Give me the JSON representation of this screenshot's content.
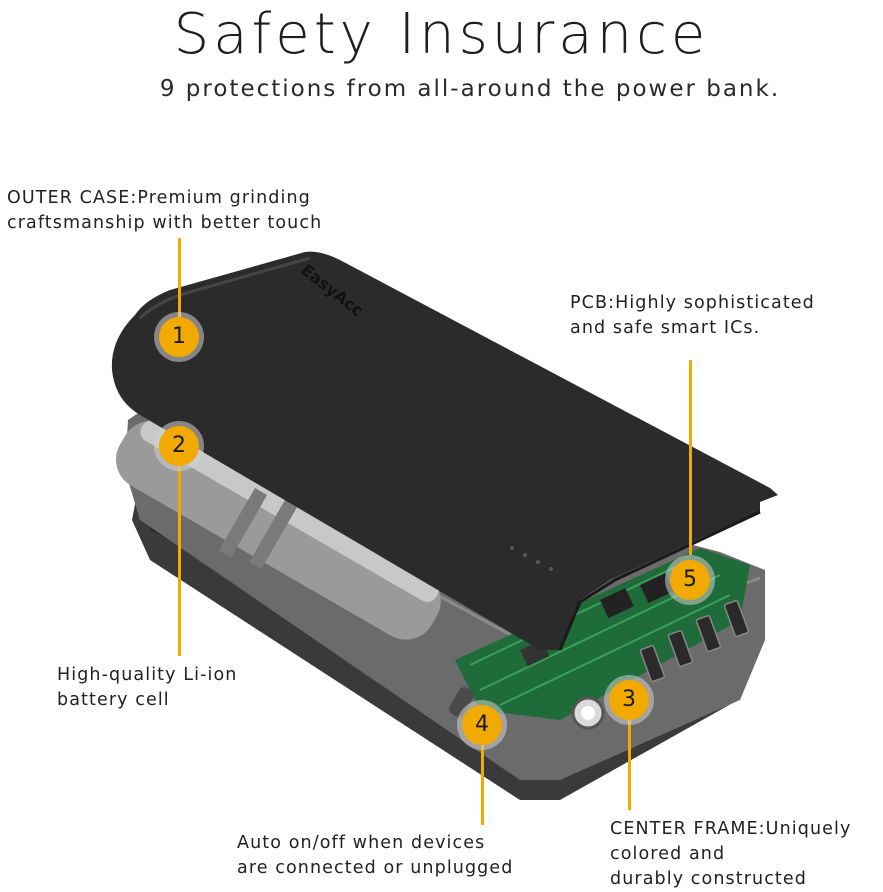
{
  "header": {
    "title": "Safety Insurance",
    "subtitle": "9 protections from all-around the power bank."
  },
  "product": {
    "brand": "EasyAcc"
  },
  "callouts": [
    {
      "number": "1",
      "lines": [
        "OUTER CASE:Premium grinding",
        "craftsmanship with better touch"
      ]
    },
    {
      "number": "2",
      "lines": [
        "High-quality Li-ion",
        "battery cell"
      ]
    },
    {
      "number": "3",
      "lines": [
        "CENTER FRAME:Uniquely",
        "colored and",
        "durably constructed"
      ]
    },
    {
      "number": "4",
      "lines": [
        "Auto on/off when devices",
        "are connected or unplugged"
      ]
    },
    {
      "number": "5",
      "lines": [
        "PCB:Highly sophisticated",
        "and safe smart ICs."
      ]
    }
  ],
  "colors": {
    "accent": "#f2a900",
    "case": "#2b2b2b",
    "frame": "#6b6b6b",
    "pcb": "#1f6b3a"
  }
}
